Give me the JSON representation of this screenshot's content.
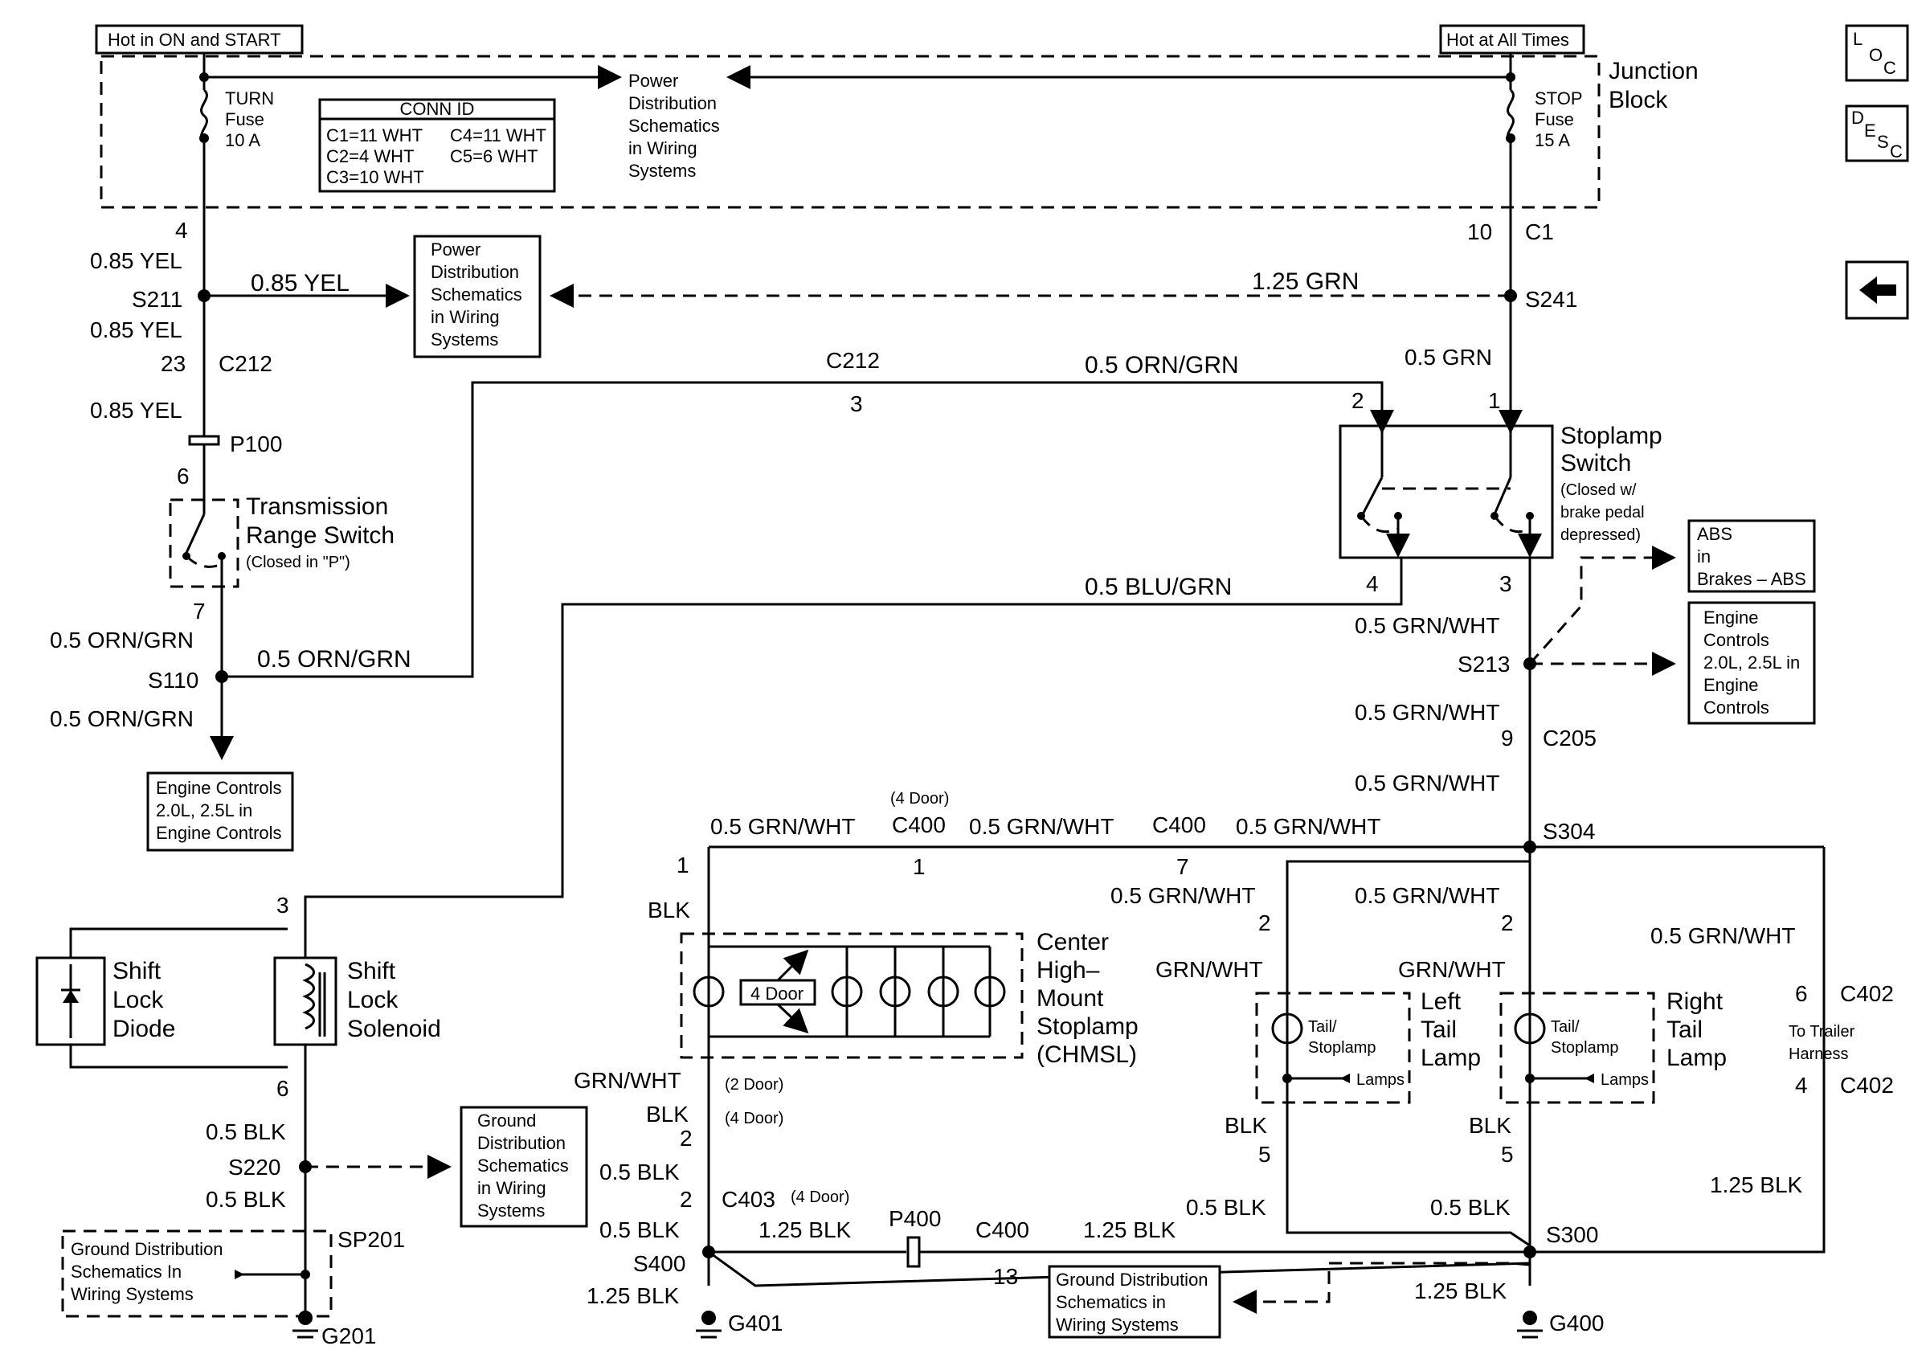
{
  "boxes": {
    "hot_on_start": "Hot in ON and START",
    "hot_all_times": "Hot at All Times",
    "conn_id_title": "CONN ID",
    "conn_id_rows": [
      "C1=11 WHT",
      "C4=11 WHT",
      "C2=4 WHT",
      "C5=6 WHT",
      "C3=10 WHT"
    ],
    "power_dist_top": [
      "Power",
      "Distribution",
      "Schematics",
      "in Wiring",
      "Systems"
    ],
    "power_dist_box": [
      "Power",
      "Distribution",
      "Schematics",
      "in Wiring",
      "Systems"
    ],
    "engine_controls_left": [
      "Engine Controls",
      "2.0L, 2.5L in",
      "Engine Controls"
    ],
    "abs_box": [
      "ABS",
      "in",
      "Brakes – ABS"
    ],
    "engine_controls_right": [
      "Engine",
      "Controls",
      "2.0L, 2.5L in",
      "Engine",
      "Controls"
    ],
    "ground_dist_mid": [
      "Ground",
      "Distribution",
      "Schematics",
      "in Wiring",
      "Systems"
    ],
    "ground_dist_left": [
      "Ground Distribution",
      "Schematics In",
      "Wiring Systems"
    ],
    "ground_dist_bottom": [
      "Ground Distribution",
      "Schematics in",
      "Wiring Systems"
    ],
    "four_door": "4 Door"
  },
  "components": {
    "junction_block": [
      "Junction",
      "Block"
    ],
    "turn_fuse": [
      "TURN",
      "Fuse",
      "10 A"
    ],
    "stop_fuse": [
      "STOP",
      "Fuse",
      "15 A"
    ],
    "stoplamp_switch": [
      "Stoplamp",
      "Switch",
      "(Closed w/",
      "brake pedal",
      "depressed)"
    ],
    "trans_range_switch": [
      "Transmission",
      "Range Switch",
      "(Closed in \"P\")"
    ],
    "shift_lock_diode": [
      "Shift",
      "Lock",
      "Diode"
    ],
    "shift_lock_solenoid": [
      "Shift",
      "Lock",
      "Solenoid"
    ],
    "chmsl": [
      "Center",
      "High–",
      "Mount",
      "Stoplamp",
      "(CHMSL)"
    ],
    "left_tail_lamp": [
      "Left",
      "Tail",
      "Lamp"
    ],
    "right_tail_lamp": [
      "Right",
      "Tail",
      "Lamp"
    ],
    "tail_stoplamp": [
      "Tail/",
      "Stoplamp"
    ],
    "lamps": "Lamps",
    "to_trailer": [
      "To Trailer",
      "Harness"
    ]
  },
  "labels": [
    {
      "id": "l01",
      "text": "4"
    },
    {
      "id": "l02",
      "text": "0.85 YEL"
    },
    {
      "id": "l03",
      "text": "S211"
    },
    {
      "id": "l04",
      "text": "0.85 YEL"
    },
    {
      "id": "l05",
      "text": "0.85 YEL"
    },
    {
      "id": "l06",
      "text": "23"
    },
    {
      "id": "l07",
      "text": "C212"
    },
    {
      "id": "l08",
      "text": "0.85 YEL"
    },
    {
      "id": "l09",
      "text": "P100"
    },
    {
      "id": "l10",
      "text": "6"
    },
    {
      "id": "l11",
      "text": "7"
    },
    {
      "id": "l12",
      "text": "0.5 ORN/GRN"
    },
    {
      "id": "l13",
      "text": "S110"
    },
    {
      "id": "l14",
      "text": "0.5 ORN/GRN"
    },
    {
      "id": "l15",
      "text": "0.5 ORN/GRN"
    },
    {
      "id": "l16",
      "text": "C212"
    },
    {
      "id": "l17",
      "text": "3"
    },
    {
      "id": "l18",
      "text": "0.5 ORN/GRN"
    },
    {
      "id": "l19",
      "text": "10"
    },
    {
      "id": "l20",
      "text": "C1"
    },
    {
      "id": "l21",
      "text": "1.25 GRN"
    },
    {
      "id": "l22",
      "text": "S241"
    },
    {
      "id": "l23",
      "text": "0.5 GRN"
    },
    {
      "id": "l24",
      "text": "2"
    },
    {
      "id": "l25",
      "text": "1"
    },
    {
      "id": "l26",
      "text": "0.5 BLU/GRN"
    },
    {
      "id": "l27",
      "text": "4"
    },
    {
      "id": "l28",
      "text": "3"
    },
    {
      "id": "l29",
      "text": "0.5 GRN/WHT"
    },
    {
      "id": "l30",
      "text": "S213"
    },
    {
      "id": "l31",
      "text": "0.5 GRN/WHT"
    },
    {
      "id": "l32",
      "text": "9"
    },
    {
      "id": "l33",
      "text": "C205"
    },
    {
      "id": "l34",
      "text": "0.5 GRN/WHT"
    },
    {
      "id": "l35",
      "text": "(4 Door)"
    },
    {
      "id": "l36",
      "text": "0.5 GRN/WHT"
    },
    {
      "id": "l37",
      "text": "C400"
    },
    {
      "id": "l38",
      "text": "0.5 GRN/WHT"
    },
    {
      "id": "l39",
      "text": "C400"
    },
    {
      "id": "l40",
      "text": "0.5 GRN/WHT"
    },
    {
      "id": "l41",
      "text": "S304"
    },
    {
      "id": "l42",
      "text": "1"
    },
    {
      "id": "l43",
      "text": "1"
    },
    {
      "id": "l44",
      "text": "7"
    },
    {
      "id": "l45",
      "text": "BLK"
    },
    {
      "id": "l46",
      "text": "0.5 GRN/WHT"
    },
    {
      "id": "l47",
      "text": "0.5 GRN/WHT"
    },
    {
      "id": "l48",
      "text": "2"
    },
    {
      "id": "l49",
      "text": "2"
    },
    {
      "id": "l50",
      "text": "GRN/WHT"
    },
    {
      "id": "l51",
      "text": "GRN/WHT"
    },
    {
      "id": "l52",
      "text": "0.5 GRN/WHT"
    },
    {
      "id": "l53",
      "text": "6"
    },
    {
      "id": "l54",
      "text": "C402"
    },
    {
      "id": "l55",
      "text": "4"
    },
    {
      "id": "l56",
      "text": "C402"
    },
    {
      "id": "l57",
      "text": "3"
    },
    {
      "id": "l58",
      "text": "6"
    },
    {
      "id": "l59",
      "text": "0.5 BLK"
    },
    {
      "id": "l60",
      "text": "S220"
    },
    {
      "id": "l61",
      "text": "0.5 BLK"
    },
    {
      "id": "l62",
      "text": "SP201"
    },
    {
      "id": "l63",
      "text": "G201"
    },
    {
      "id": "l64",
      "text": "GRN/WHT"
    },
    {
      "id": "l65",
      "text": "(2 Door)"
    },
    {
      "id": "l66",
      "text": "BLK"
    },
    {
      "id": "l67",
      "text": "(4 Door)"
    },
    {
      "id": "l68",
      "text": "2"
    },
    {
      "id": "l69",
      "text": "0.5 BLK"
    },
    {
      "id": "l70",
      "text": "2"
    },
    {
      "id": "l71",
      "text": "C403"
    },
    {
      "id": "l72",
      "text": "(4 Door)"
    },
    {
      "id": "l73",
      "text": "0.5 BLK"
    },
    {
      "id": "l74",
      "text": "1.25 BLK"
    },
    {
      "id": "l75",
      "text": "P400"
    },
    {
      "id": "l76",
      "text": "C400"
    },
    {
      "id": "l77",
      "text": "1.25 BLK"
    },
    {
      "id": "l78",
      "text": "S400"
    },
    {
      "id": "l79",
      "text": "13"
    },
    {
      "id": "l80",
      "text": "1.25 BLK"
    },
    {
      "id": "l81",
      "text": "G401"
    },
    {
      "id": "l82",
      "text": "BLK"
    },
    {
      "id": "l83",
      "text": "BLK"
    },
    {
      "id": "l84",
      "text": "5"
    },
    {
      "id": "l85",
      "text": "5"
    },
    {
      "id": "l86",
      "text": "0.5 BLK"
    },
    {
      "id": "l87",
      "text": "0.5 BLK"
    },
    {
      "id": "l88",
      "text": "S300"
    },
    {
      "id": "l89",
      "text": "1.25 BLK"
    },
    {
      "id": "l90",
      "text": "1.25 BLK"
    },
    {
      "id": "l91",
      "text": "G400"
    }
  ],
  "side_icons": {
    "loc": [
      "L",
      "O",
      "C"
    ],
    "desc": [
      "D",
      "E",
      "S",
      "C"
    ],
    "back": "left-arrow-icon"
  }
}
